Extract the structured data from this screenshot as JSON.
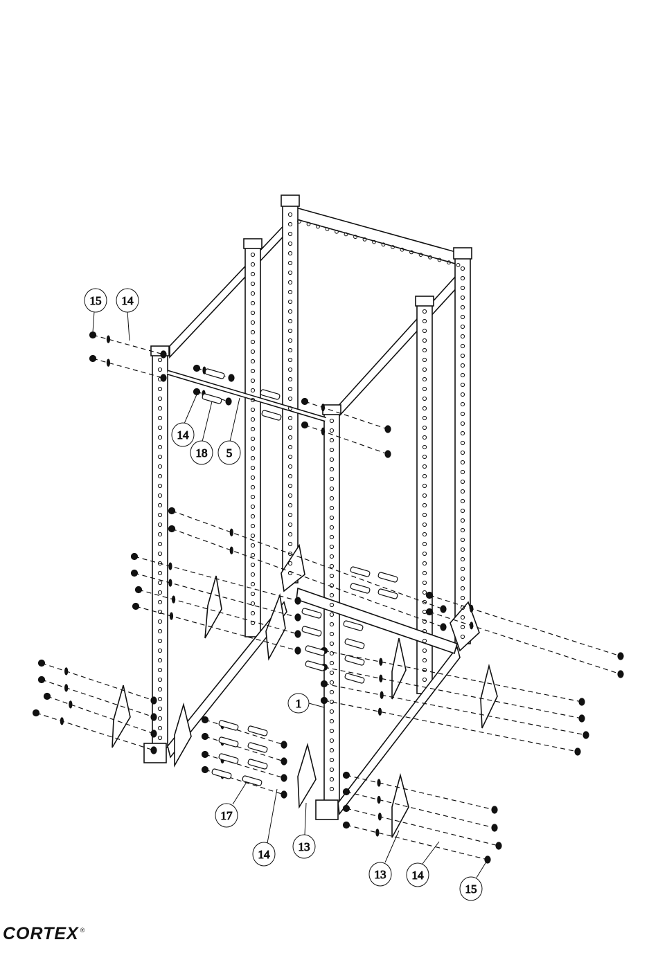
{
  "brand": {
    "name": "CORTEX",
    "mark": "®"
  },
  "callouts": [
    "15",
    "14",
    "14",
    "18",
    "5",
    "1",
    "17",
    "14",
    "13",
    "13",
    "14",
    "15"
  ],
  "colors": {
    "line": "#111111",
    "background": "#ffffff"
  }
}
